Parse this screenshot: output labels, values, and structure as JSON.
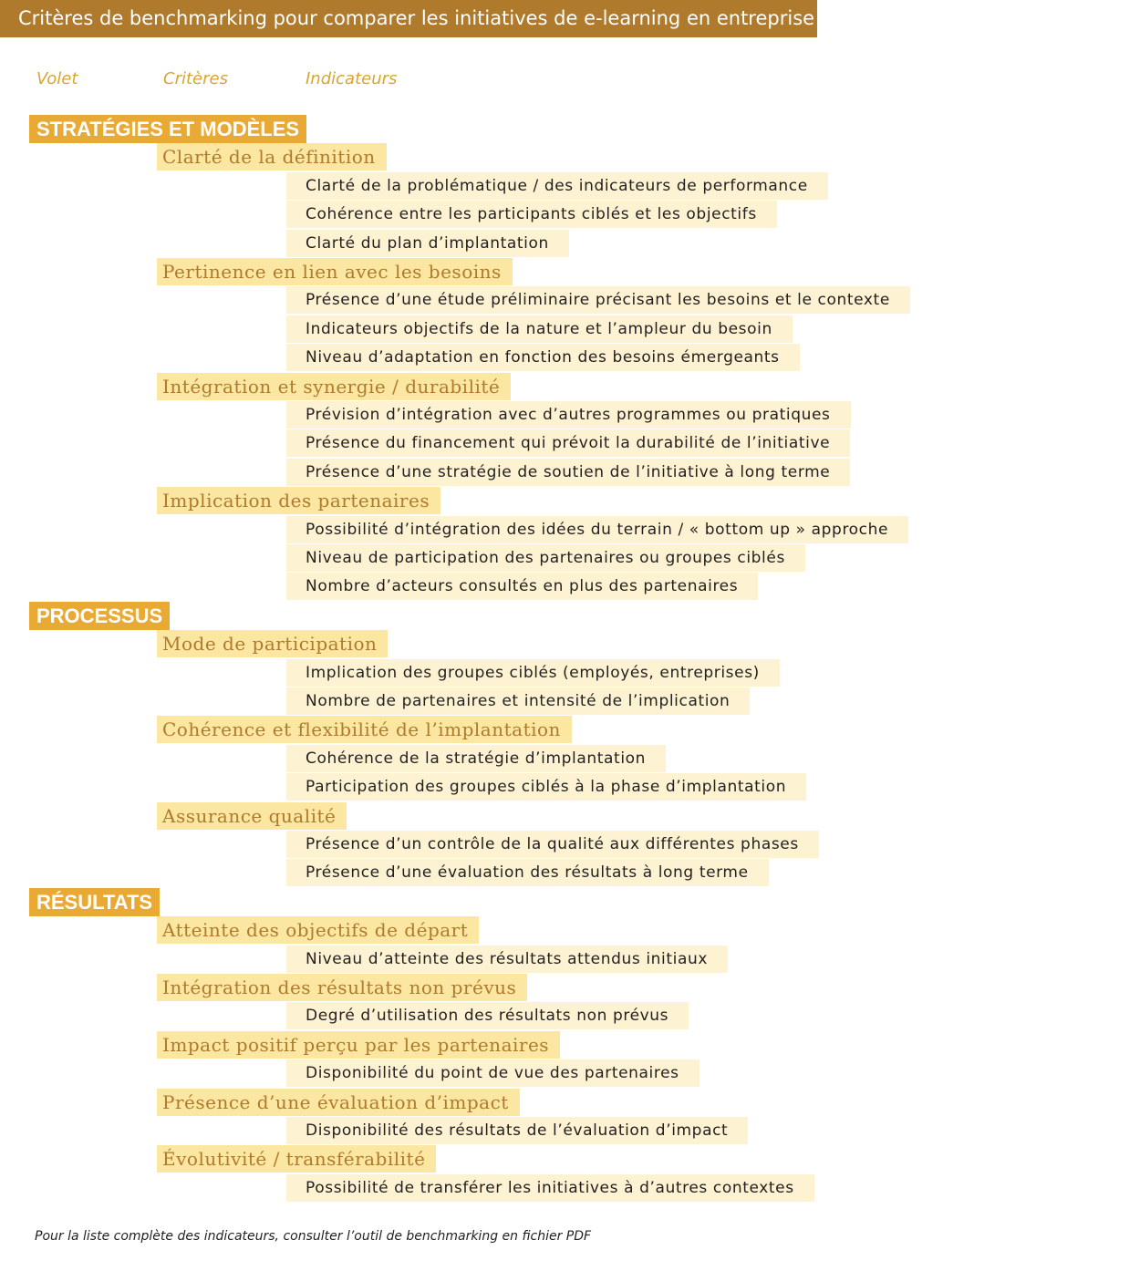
{
  "title": "Critères de benchmarking pour comparer les initiatives de e-learning en entreprise",
  "headers": {
    "volet": "Volet",
    "criteres": "Critères",
    "indicateurs": "Indicateurs"
  },
  "colors": {
    "title_bar": "#b07a2c",
    "volet_bg": "#e9a935",
    "critere_bg": "#fbe6a2",
    "critere_text": "#b07a2c",
    "indicateur_bg": "#fdf3d2",
    "header_text": "#d9a532"
  },
  "volets": [
    {
      "label": "STRATÉGIES ET MODÈLES",
      "criteres": [
        {
          "label": "Clarté de la définition",
          "indicateurs": [
            "Clarté de la problématique / des indicateurs de performance",
            "Cohérence entre les participants ciblés et les objectifs",
            "Clarté du plan d’implantation"
          ]
        },
        {
          "label": "Pertinence en lien avec les besoins",
          "indicateurs": [
            "Présence d’une étude préliminaire précisant les besoins et le contexte",
            "Indicateurs objectifs de la nature et l’ampleur du besoin",
            "Niveau d’adaptation en fonction des besoins émergeants"
          ]
        },
        {
          "label": "Intégration et synergie / durabilité",
          "indicateurs": [
            "Prévision d’intégration avec d’autres programmes ou pratiques",
            "Présence du financement qui prévoit la durabilité de l’initiative",
            "Présence d’une stratégie de soutien de l’initiative à long terme"
          ]
        },
        {
          "label": "Implication des partenaires",
          "indicateurs": [
            "Possibilité d’intégration des idées du terrain / « bottom up » approche",
            "Niveau de participation des partenaires ou groupes ciblés",
            "Nombre d’acteurs consultés en plus des partenaires"
          ]
        }
      ]
    },
    {
      "label": "PROCESSUS",
      "criteres": [
        {
          "label": "Mode de participation",
          "indicateurs": [
            "Implication des groupes ciblés (employés, entreprises)",
            "Nombre de partenaires et intensité de l’implication"
          ]
        },
        {
          "label": "Cohérence et flexibilité de l’implantation",
          "indicateurs": [
            "Cohérence de la stratégie d’implantation",
            "Participation des groupes ciblés à la phase d’implantation"
          ]
        },
        {
          "label": "Assurance qualité",
          "indicateurs": [
            "Présence d’un contrôle de la qualité aux différentes phases",
            "Présence d’une évaluation des résultats à long terme"
          ]
        }
      ]
    },
    {
      "label": "RÉSULTATS",
      "criteres": [
        {
          "label": "Atteinte des objectifs de départ",
          "indicateurs": [
            "Niveau d’atteinte des résultats attendus initiaux"
          ]
        },
        {
          "label": "Intégration des résultats non prévus",
          "indicateurs": [
            "Degré d’utilisation des résultats non prévus"
          ]
        },
        {
          "label": "Impact positif perçu par les partenaires",
          "indicateurs": [
            "Disponibilité du point de vue des partenaires"
          ]
        },
        {
          "label": "Présence d’une évaluation d’impact",
          "indicateurs": [
            "Disponibilité des résultats de l’évaluation d’impact"
          ]
        },
        {
          "label": "Évolutivité / transférabilité",
          "indicateurs": [
            "Possibilité de transférer les initiatives à d’autres contextes"
          ]
        }
      ]
    }
  ],
  "footnote": "Pour la liste complète des indicateurs, consulter l’outil de benchmarking en fichier PDF"
}
